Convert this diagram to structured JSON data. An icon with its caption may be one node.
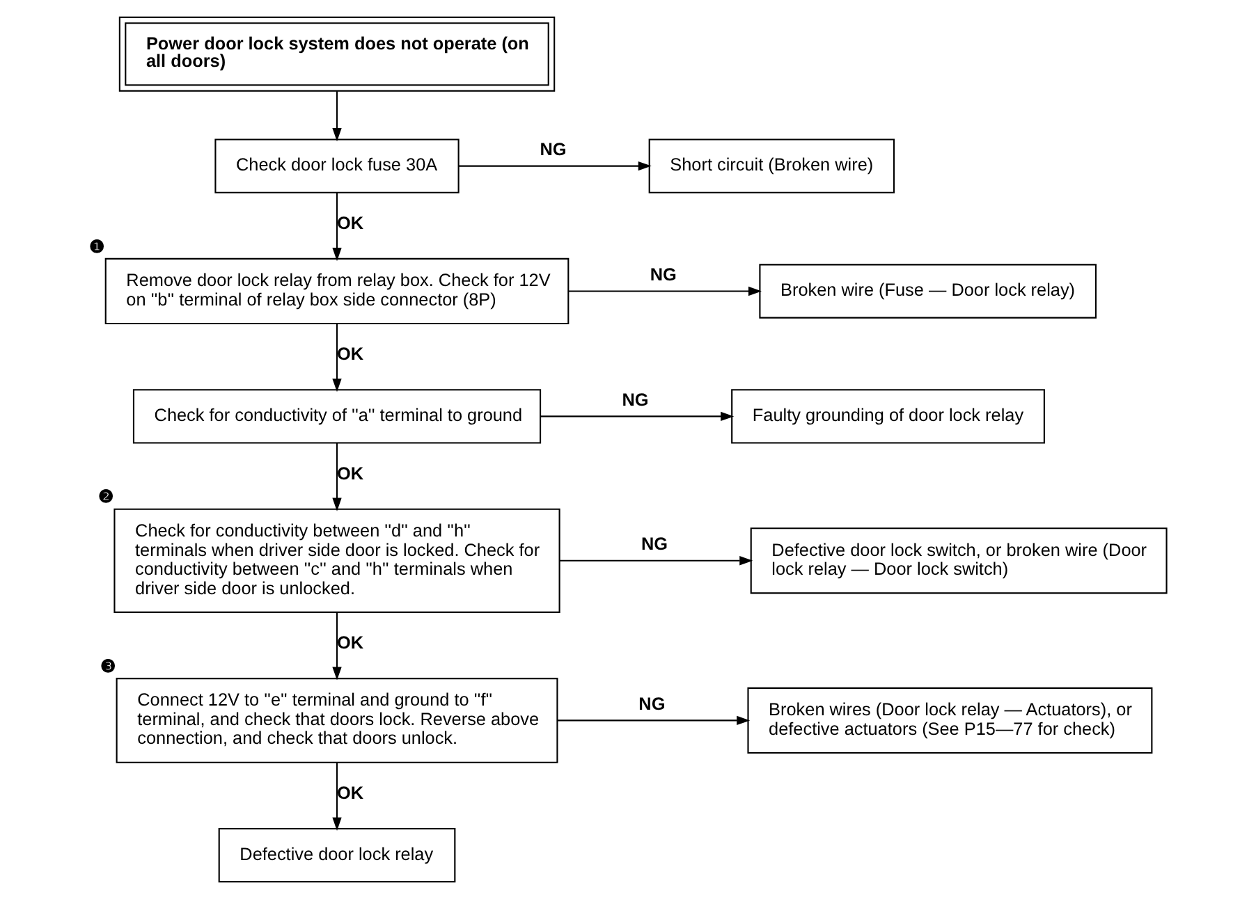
{
  "diagram": {
    "nodes": [
      {
        "text": [
          "Power door lock system does not operate (on all doors)"
        ]
      },
      {
        "text": [
          "Check door lock fuse 30A"
        ]
      },
      {
        "text": [
          "Remove door lock relay from relay box. Check for 12V on ''b'' terminal of relay box side connector (8P)"
        ],
        "beside": [
          "❶"
        ]
      },
      {
        "text": [
          "Check for conductivity of ''a'' terminal to ground"
        ]
      },
      {
        "text": [
          "Check for conductivity between ''d'' and ''h'' terminals when driver side door is locked. Check for conductivity between ''c'' and ''h'' terminals when driver side door is unlocked."
        ],
        "beside": [
          "❷"
        ]
      },
      {
        "text": [
          "Connect 12V to ''e'' terminal and ground to ''f'' terminal, and check that doors lock. Reverse above connection, and check that doors unlock."
        ],
        "beside": [
          "❸"
        ]
      },
      {
        "text": [
          "Short circuit (Broken wire)"
        ]
      },
      {
        "text": [
          "Broken wire (Fuse — Door lock relay)"
        ]
      },
      {
        "text": [
          "Faulty grounding of door lock relay"
        ]
      },
      {
        "text": [
          "Defective door lock switch, or broken wire (Door lock relay — Door lock switch)"
        ]
      },
      {
        "text": [
          "Broken wires (Door lock relay — Actuators), or defective actuators (See P15—77 for check)"
        ]
      },
      {
        "text": [
          "Defective door lock relay"
        ]
      }
    ],
    "edges": [
      {
        "from": 0,
        "to": 1,
        "arrow": "to"
      },
      {
        "from": 1,
        "to": 6,
        "arrow": "to",
        "label": "NG"
      },
      {
        "from": 1,
        "to": 2,
        "arrow": "to",
        "label": "OK"
      },
      {
        "from": 2,
        "to": 7,
        "arrow": "to",
        "label": "NG"
      },
      {
        "from": 2,
        "to": 3,
        "arrow": "to",
        "label": "OK"
      },
      {
        "from": 3,
        "to": 8,
        "arrow": "to",
        "label": "NG"
      },
      {
        "from": 3,
        "to": 4,
        "arrow": "to",
        "label": "OK"
      },
      {
        "from": 4,
        "to": 9,
        "arrow": "to",
        "label": "NG"
      },
      {
        "from": 4,
        "to": 5,
        "arrow": "to",
        "label": "OK"
      },
      {
        "from": 5,
        "to": 10,
        "arrow": "to",
        "label": "NG"
      },
      {
        "from": 5,
        "to": 11,
        "arrow": "to",
        "label": "OK"
      }
    ]
  }
}
